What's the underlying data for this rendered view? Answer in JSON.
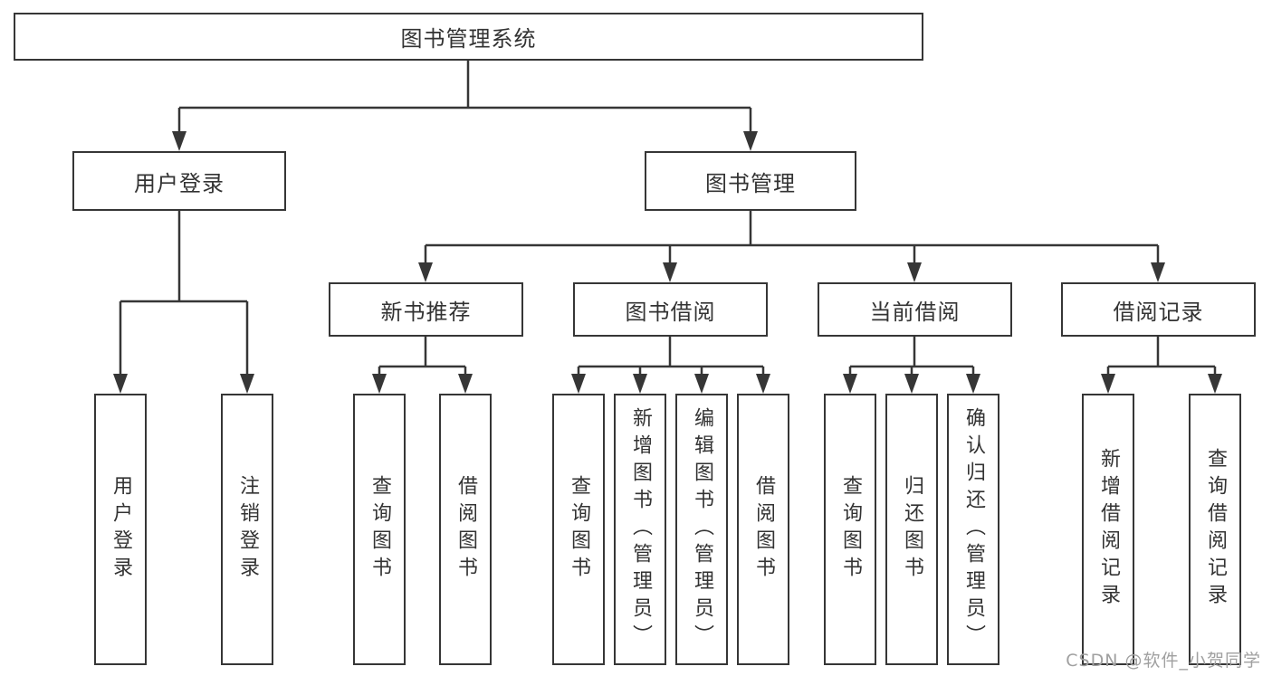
{
  "colors": {
    "line": "#363636",
    "text": "#333333",
    "box_background": "#ffffff",
    "page_background": "#ffffff",
    "watermark": "#a0a0a0"
  },
  "watermark": {
    "text": "CSDN @软件_小贺同学"
  },
  "diagram": {
    "type": "hierarchy-tree",
    "root": {
      "label": "图书管理系统"
    },
    "branches": [
      {
        "label": "用户登录",
        "children": [
          {
            "label": "用户登录"
          },
          {
            "label": "注销登录"
          }
        ]
      },
      {
        "label": "图书管理",
        "children": [
          {
            "label": "新书推荐",
            "children": [
              {
                "label": "查询图书"
              },
              {
                "label": "借阅图书"
              }
            ]
          },
          {
            "label": "图书借阅",
            "children": [
              {
                "label": "查询图书"
              },
              {
                "label": "新增图书（管理员）"
              },
              {
                "label": "编辑图书（管理员）"
              },
              {
                "label": "借阅图书"
              }
            ]
          },
          {
            "label": "当前借阅",
            "children": [
              {
                "label": "查询图书"
              },
              {
                "label": "归还图书"
              },
              {
                "label": "确认归还（管理员）"
              }
            ]
          },
          {
            "label": "借阅记录",
            "children": [
              {
                "label": "新增借阅记录"
              },
              {
                "label": "查询借阅记录"
              }
            ]
          }
        ]
      }
    ]
  }
}
